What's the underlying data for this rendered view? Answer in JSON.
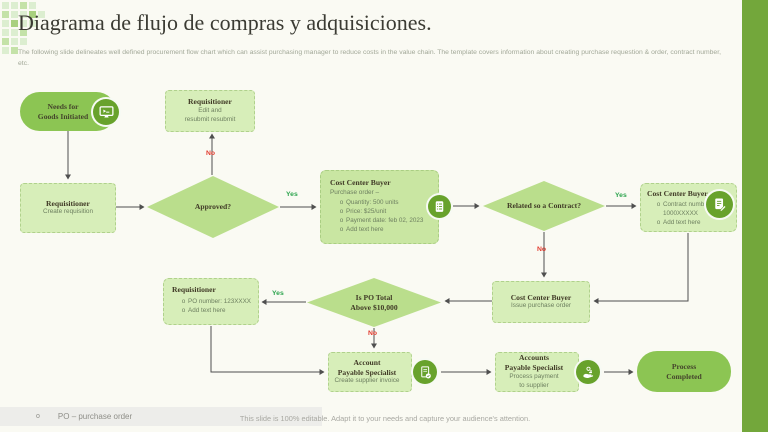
{
  "slide": {
    "title": "Diagrama de flujo de compras y adquisiciones.",
    "subtitle": "The following slide delineates well defined procurement flow chart which can assist purchasing manager to reduce costs in the value chain. The template covers information about creating purchase requestion & order, contract number, etc.",
    "footer": "This slide is 100% editable. Adapt it to your needs and capture your audience's attention.",
    "legend": "PO – purchase order",
    "bullet_char": "o"
  },
  "nodes": {
    "needs": {
      "title1": "Needs for",
      "title2": "Goods Initiated",
      "icon": "monitor-icon"
    },
    "req_edit": {
      "title": "Requisitioner",
      "line1": "Edit and",
      "line2": "resubmit resubmit"
    },
    "req_create": {
      "title": "Requisitioner",
      "line1": "Create requisition"
    },
    "approved": {
      "label": "Approved?"
    },
    "ccb_po": {
      "title": "Cost Center Buyer",
      "intro": "Purchase order –",
      "bullets": [
        "Quantity: 500 units",
        "Price: $25/unit",
        "Payment date: feb 02, 2023",
        "Add text here"
      ],
      "icon": "order-list-icon"
    },
    "related": {
      "label": "Related so a Contract?"
    },
    "ccb_contract": {
      "title": "Cost Center Buyer",
      "bullets": [
        "Contract number: 1000XXXXX",
        "Add text here"
      ],
      "icon": "contract-edit-icon"
    },
    "po_total": {
      "label1": "Is PO Total",
      "label2": "Above $10,000"
    },
    "req_po": {
      "title": "Requisitioner",
      "bullets": [
        "PO number: 123XXXX",
        "Add text here"
      ]
    },
    "ccb_issue": {
      "title": "Cost Center Buyer",
      "line1": "Issue purchase order"
    },
    "aps_invoice": {
      "title1": "Account",
      "title2": "Payable Specialist",
      "line1": "Create supplier invoice",
      "icon": "invoice-check-icon"
    },
    "aps_payment": {
      "title1": "Accounts",
      "title2": "Payable Specialist",
      "line1": "Process payment",
      "line2": "to supplier",
      "icon": "payment-hand-icon"
    },
    "completed": {
      "title1": "Process",
      "title2": "Completed"
    }
  },
  "labels": {
    "no_approved": "No",
    "yes_approved": "Yes",
    "yes_related": "Yes",
    "no_related": "No",
    "yes_po_total": "Yes",
    "no_po_total": "No"
  },
  "colors": {
    "accent_bar": "#73a73b",
    "pill_green": "#8cc553",
    "light_box": "#d7eeb9",
    "mid_box": "#c9e6a2",
    "diamond": "#bade8c",
    "icon_circle": "#68a22c",
    "yes_label": "#2da44e",
    "no_label": "#e23b2e",
    "background": "#fafaf3"
  }
}
